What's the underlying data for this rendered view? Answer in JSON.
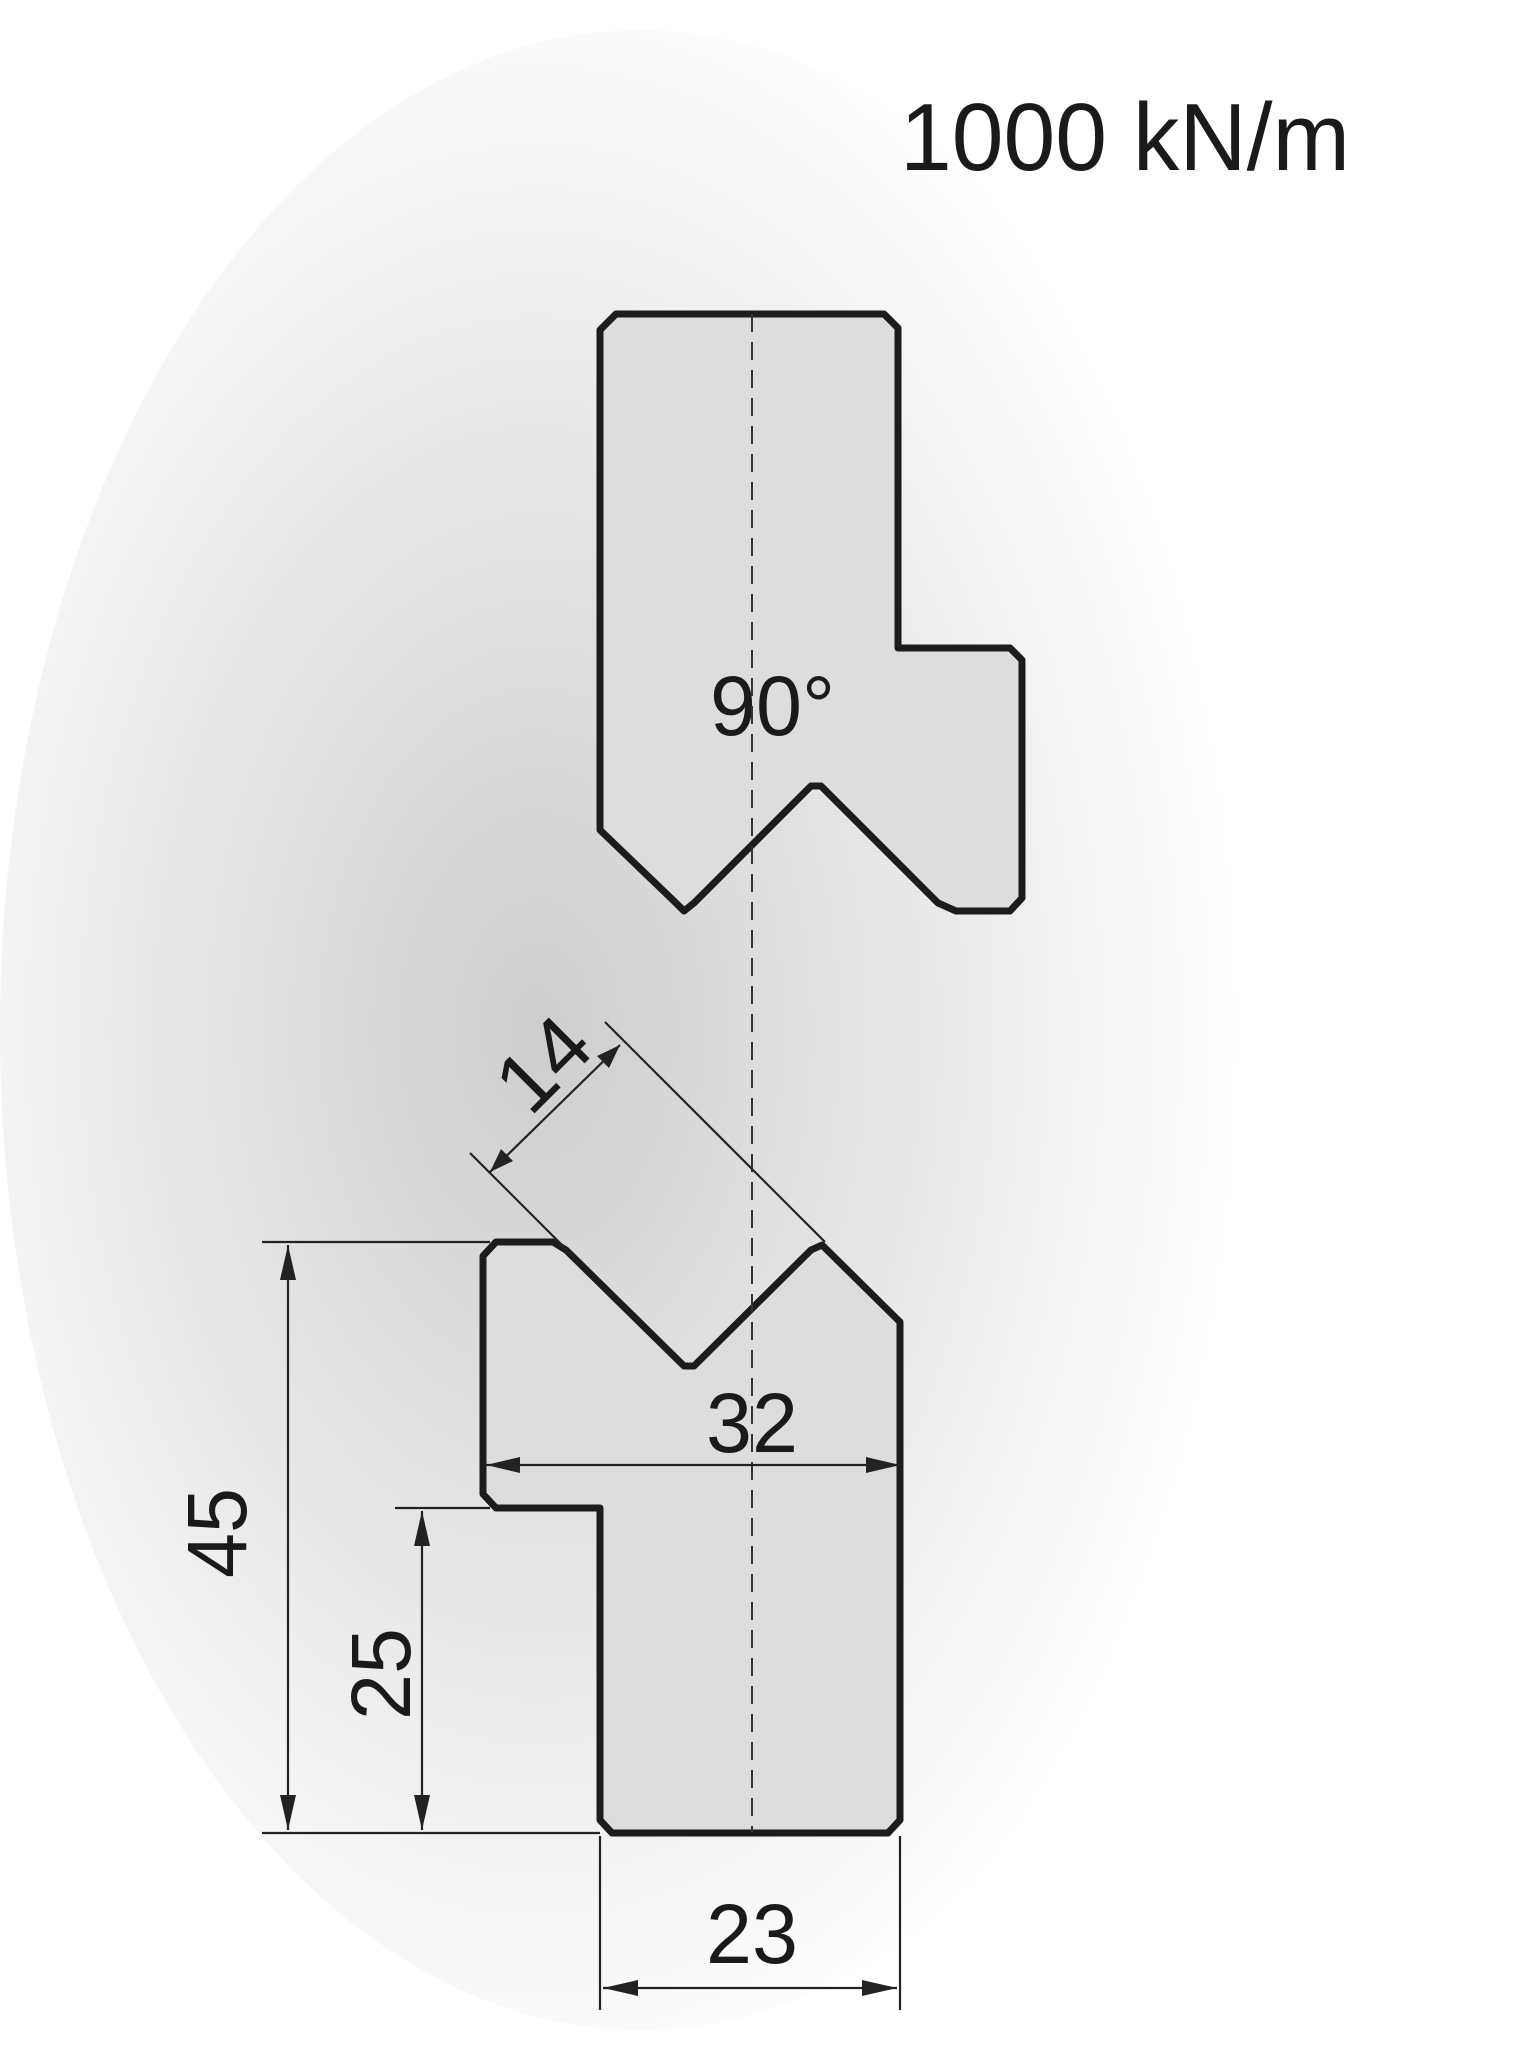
{
  "header": {
    "force_rating": "1000 kN/m"
  },
  "punch": {
    "angle_label": "90°"
  },
  "die": {
    "dim_v_width": "14",
    "dim_total_width": "32",
    "dim_total_height": "45",
    "dim_lower_height": "25",
    "dim_base_width": "23"
  },
  "colors": {
    "tool_fill": "#dddddd",
    "outline": "#1c1c1c",
    "shadow": "#c8c8c8"
  }
}
